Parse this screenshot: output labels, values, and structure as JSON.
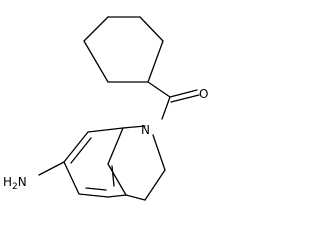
{
  "molecule": {
    "atom_labels": {
      "oxygen": "O",
      "nitrogen": "N",
      "amine_main": "H",
      "amine_sub": "2",
      "amine_n": "N"
    },
    "colors": {
      "bond": "#000000",
      "text": "#000000",
      "background": "#ffffff"
    }
  }
}
